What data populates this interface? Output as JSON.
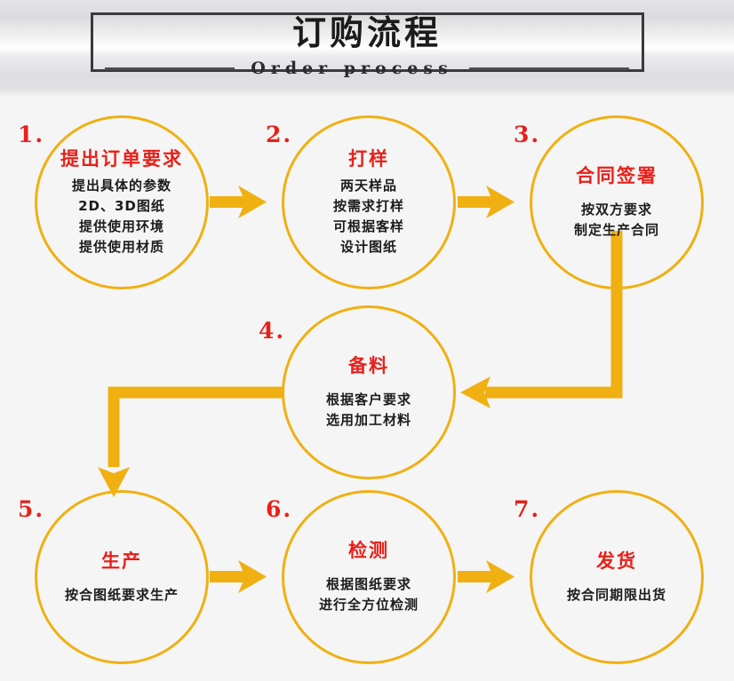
{
  "header": {
    "title": "订购流程",
    "subtitle": "Order process",
    "rule_left": "",
    "rule_right": ""
  },
  "theme": {
    "orange": "#F0B012",
    "red": "#E8201A",
    "text_dark": "#1C1C1C",
    "border_dark": "#3A3A3C",
    "page_bg": "#F5F5F5"
  },
  "steps": [
    {
      "number": "1.",
      "title": "提出订单要求",
      "lines": [
        "提出具体的参数",
        "2D、3D图纸",
        "提供使用环境",
        "提供使用材质"
      ]
    },
    {
      "number": "2.",
      "title": "打样",
      "lines": [
        "两天样品",
        "按需求打样",
        "可根据客样",
        "设计图纸"
      ]
    },
    {
      "number": "3.",
      "title": "合同签署",
      "lines": [
        "按双方要求",
        "制定生产合同"
      ]
    },
    {
      "number": "4.",
      "title": "备料",
      "lines": [
        "根据客户要求",
        "选用加工材料"
      ]
    },
    {
      "number": "5.",
      "title": "生产",
      "lines": [
        "按合图纸要求生产"
      ]
    },
    {
      "number": "6.",
      "title": "检测",
      "lines": [
        "根据图纸要求",
        "进行全方位检测"
      ]
    },
    {
      "number": "7.",
      "title": "发货",
      "lines": [
        "按合同期限出货"
      ]
    }
  ],
  "connectors": [
    {
      "name": "arrow-step1-to-step2",
      "direction": "right"
    },
    {
      "name": "arrow-step2-to-step3",
      "direction": "right"
    },
    {
      "name": "arrow-step3-to-step4",
      "direction": "down-then-left"
    },
    {
      "name": "arrow-step4-to-step5",
      "direction": "left-then-down"
    },
    {
      "name": "arrow-step5-to-step6",
      "direction": "right"
    },
    {
      "name": "arrow-step6-to-step7",
      "direction": "right"
    }
  ]
}
